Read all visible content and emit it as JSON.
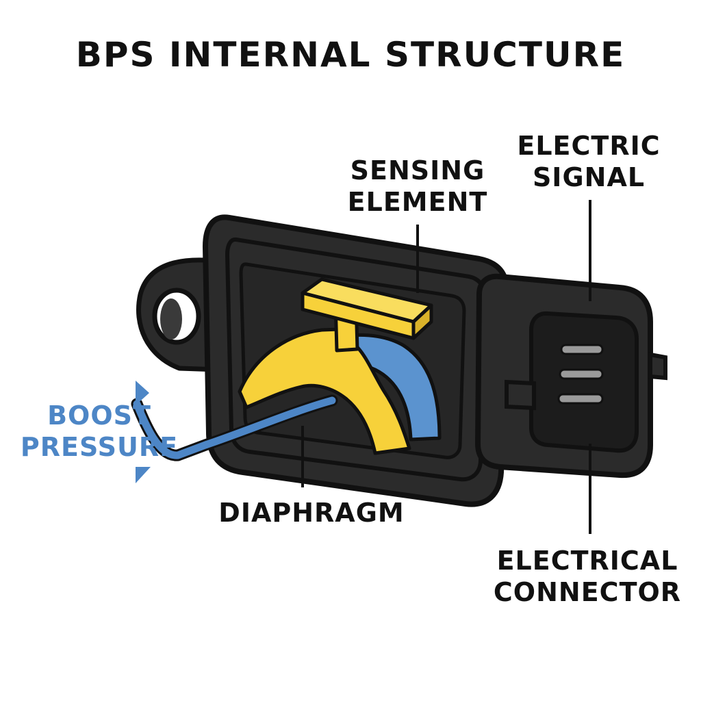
{
  "title": "BPS INTERNAL STRUCTURE",
  "labels": {
    "sensing_element": [
      "SENSING",
      "ELEMENT"
    ],
    "electric_signal": [
      "ELECTRIC",
      "SIGNAL"
    ],
    "boost_pressure": [
      "BOOST",
      "PRESSURE"
    ],
    "diaphragm": "DIAPHRAGM",
    "electrical_connector": [
      "ELECTRICAL",
      "CONNECTOR"
    ]
  },
  "colors": {
    "body": "#2b2b2b",
    "outline": "#111111",
    "sensing_element": "#f7d13a",
    "diaphragm": "#5b93cf",
    "boost_pressure": "#4d86c6",
    "pins": "#9a9a9a",
    "text": "#111111"
  }
}
